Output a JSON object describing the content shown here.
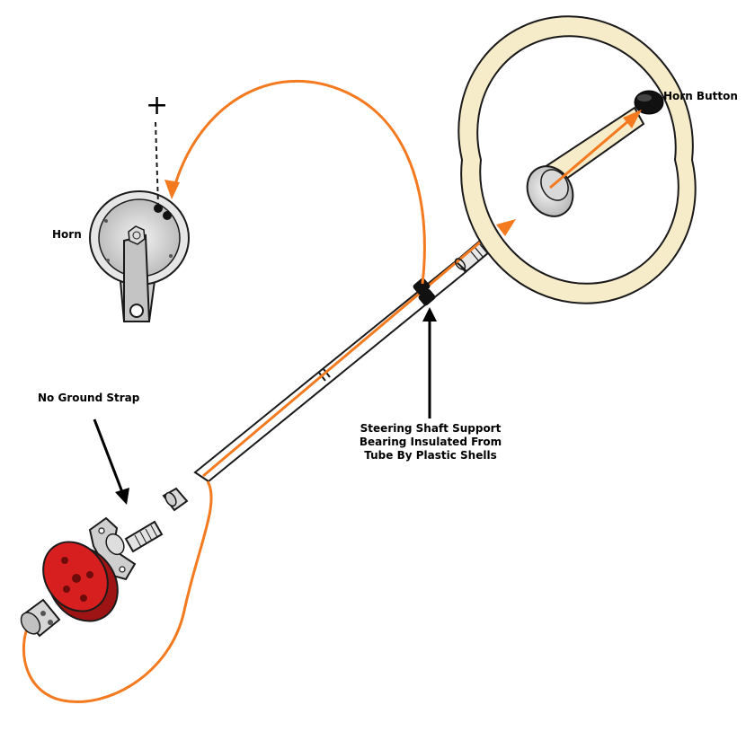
{
  "labels": {
    "horn_button": "Horn Button",
    "horn": "Horn",
    "no_ground_strap": "No Ground Strap",
    "bearing_line1": "Steering Shaft Support",
    "bearing_line2": "Bearing Insulated From",
    "bearing_line3": "Tube By Plastic Shells",
    "plus_sign": "+"
  },
  "colors": {
    "current_path": "#f47a20",
    "rim": "#f7ecc9",
    "outline": "#1a1a1a",
    "metal": "#cfcfcf",
    "coupler_disc": "#d81f1f",
    "insulator": "#111111"
  }
}
